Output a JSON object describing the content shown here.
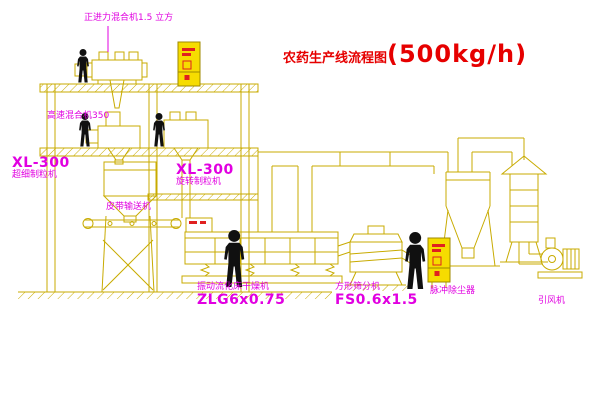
{
  "title": {
    "name": "农药生产线流程图",
    "capacity": "(500kg/h)"
  },
  "equipment_labels": {
    "plow_mixer": "正进力混合机1.5 立方",
    "high_speed_mixer": "高速混合机350",
    "granulator_left": {
      "model": "XL-300",
      "name": "超细制粒机"
    },
    "granulator_mid": {
      "model": "XL-300",
      "name": "旋转制粒机"
    },
    "belt_conveyor": "皮带输送机",
    "dryer": {
      "name": "振动流化床干燥机",
      "model": "ZLG6x0.75"
    },
    "sieve": {
      "name": "方形筛分机",
      "model": "FS0.6x1.5"
    },
    "dust_collector": "脉冲除尘器",
    "induced_draft_fan": "引风机"
  },
  "icons": {
    "worker_silhouette": "person-icon",
    "control_cabinet": "cabinet-icon"
  },
  "colors": {
    "cad_line": "#c8ab00",
    "label_text": "#e100e1",
    "title_text": "#e60000",
    "cabinet_fill": "#f6dc00",
    "alert_red": "#e02020",
    "figure_black": "#101010",
    "background": "#ffffff"
  }
}
